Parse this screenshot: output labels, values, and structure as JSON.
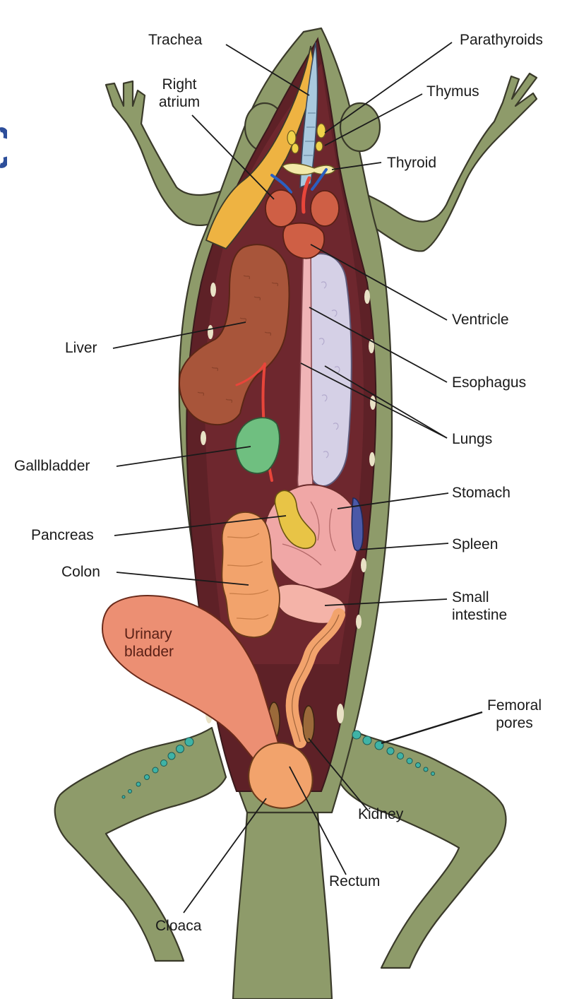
{
  "diagram": {
    "type": "anatomical-illustration",
    "subject": "lizard internal anatomy (ventral dissection)",
    "labels": {
      "trachea": "Trachea",
      "parathyroids": "Parathyroids",
      "right_atrium_1": "Right",
      "right_atrium_2": "atrium",
      "thymus": "Thymus",
      "thyroid": "Thyroid",
      "ventricle": "Ventricle",
      "liver": "Liver",
      "esophagus": "Esophagus",
      "lungs": "Lungs",
      "gallbladder": "Gallbladder",
      "stomach": "Stomach",
      "pancreas": "Pancreas",
      "spleen": "Spleen",
      "colon": "Colon",
      "small_intestine_1": "Small",
      "small_intestine_2": "intestine",
      "urinary_bladder_1": "Urinary",
      "urinary_bladder_2": "bladder",
      "femoral_pores_1": "Femoral",
      "femoral_pores_2": "pores",
      "kidney": "Kidney",
      "rectum": "Rectum",
      "cloaca": "Cloaca"
    },
    "colors": {
      "skin": "#8e9b6a",
      "skin_outline": "#3a3a2a",
      "body_cavity": "#5e2127",
      "cavity_inner": "#7a2b33",
      "liver": "#a8553a",
      "lungs": "#d5d0e6",
      "heart": "#cf5f45",
      "trachea": "#a9c9de",
      "thyroid_thymus": "#f0d24a",
      "gallbladder": "#6fbf80",
      "stomach": "#f0a7a6",
      "pancreas": "#e8c446",
      "spleen": "#4b59a8",
      "intestine": "#f2a36c",
      "urinary_bladder": "#ec8f73",
      "femoral_pores": "#3fb3a6",
      "vessels_red": "#e8453a",
      "vessels_blue": "#2a5fc1",
      "yellow_fat": "#eeb342",
      "kidney": "#9b6a3a",
      "edge_mark": "#2d4e9a"
    }
  }
}
